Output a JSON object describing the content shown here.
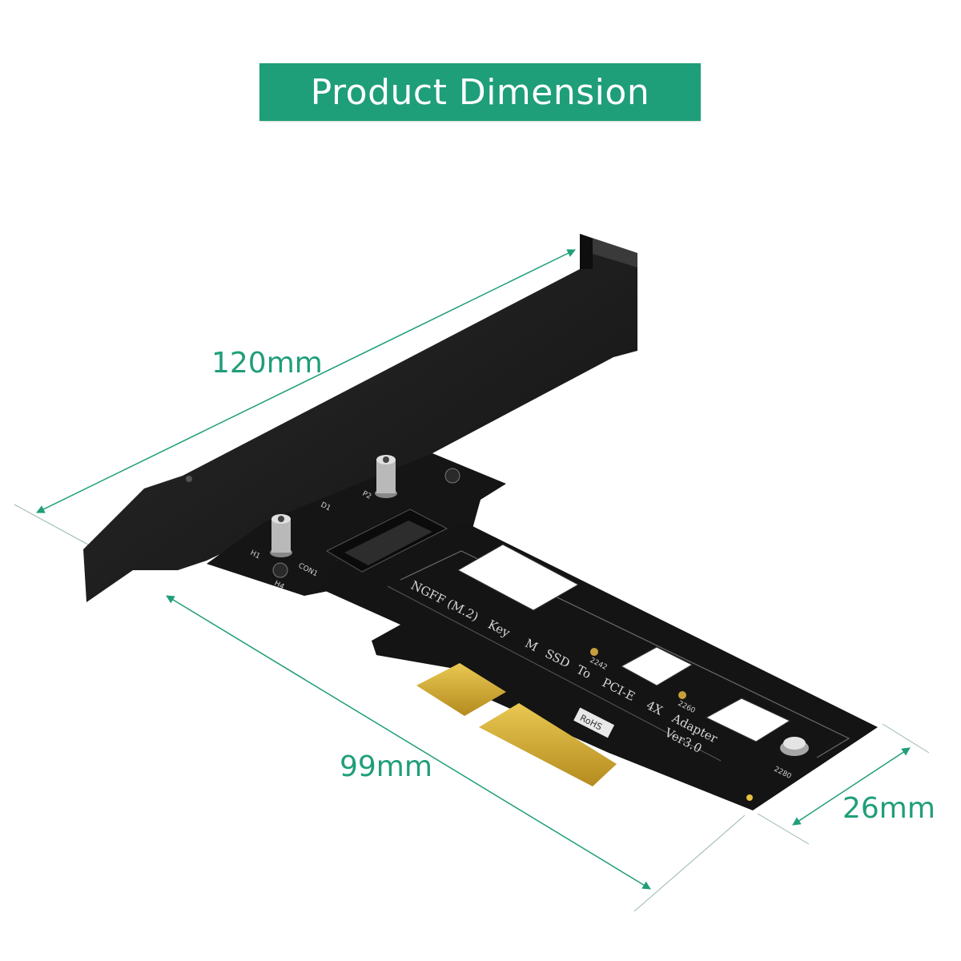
{
  "title": "Product Dimension",
  "dimensions": {
    "length": "120mm",
    "pcb_length": "99mm",
    "width": "26mm"
  },
  "board": {
    "silkscreen_main": [
      "NGFF (M.2)",
      "Key",
      "M",
      "SSD",
      "To",
      "PCI-E",
      "4X",
      "Adapter"
    ],
    "version": "Ver3.0",
    "rohs_label": "RoHS",
    "hole_labels": [
      "2242",
      "2260",
      "2280"
    ],
    "header_labels": [
      "H1",
      "H4",
      "CON1",
      "D1",
      "P2"
    ]
  },
  "colors": {
    "accent": "#1f9e7a",
    "bracket": "#1b1b1b",
    "pcb": "#141414",
    "gold": "#d6b23a"
  }
}
